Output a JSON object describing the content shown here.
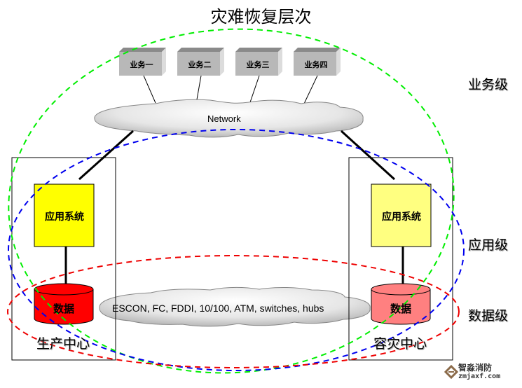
{
  "title": "灾难恢复层次",
  "business_systems": [
    "业务一",
    "业务二",
    "业务三",
    "业务四"
  ],
  "network_cloud": {
    "label": "Network"
  },
  "storage_cloud": {
    "label": "ESCON, FC, FDDI, 10/100, ATM, switches, hubs"
  },
  "sites": [
    {
      "name": "生产中心",
      "app_label": "应用系统",
      "data_label": "数据",
      "app_color": "#ffff00",
      "data_color": "#ff0000"
    },
    {
      "name": "容灾中心",
      "app_label": "应用系统",
      "data_label": "数据",
      "app_color": "#ffff80",
      "data_color": "#ff8080"
    }
  ],
  "levels": [
    {
      "label": "业务级",
      "color": "#00ee00"
    },
    {
      "label": "应用级",
      "color": "#0000ee"
    },
    {
      "label": "数据级",
      "color": "#ee0000"
    }
  ],
  "watermark": {
    "name": "智淼消防",
    "url": "zmjaxf.com"
  }
}
